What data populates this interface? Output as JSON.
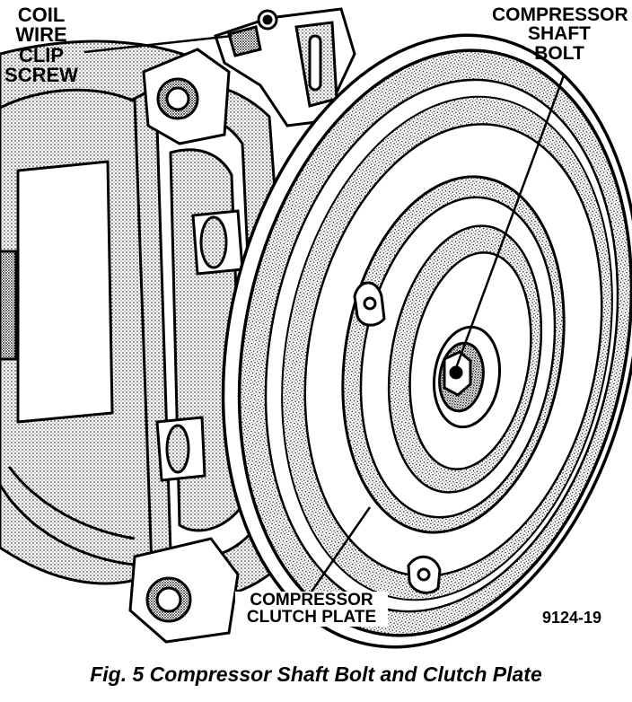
{
  "callouts": {
    "coil_wire_clip_screw": [
      "COIL",
      "WIRE",
      "CLIP",
      "SCREW"
    ],
    "compressor_shaft_bolt": [
      "COMPRESSOR",
      "SHAFT",
      "BOLT"
    ],
    "compressor_clutch_plate": [
      "COMPRESSOR",
      "CLUTCH PLATE"
    ]
  },
  "figure_number": "9124-19",
  "caption": "Fig. 5 Compressor Shaft Bolt and Clutch Plate"
}
